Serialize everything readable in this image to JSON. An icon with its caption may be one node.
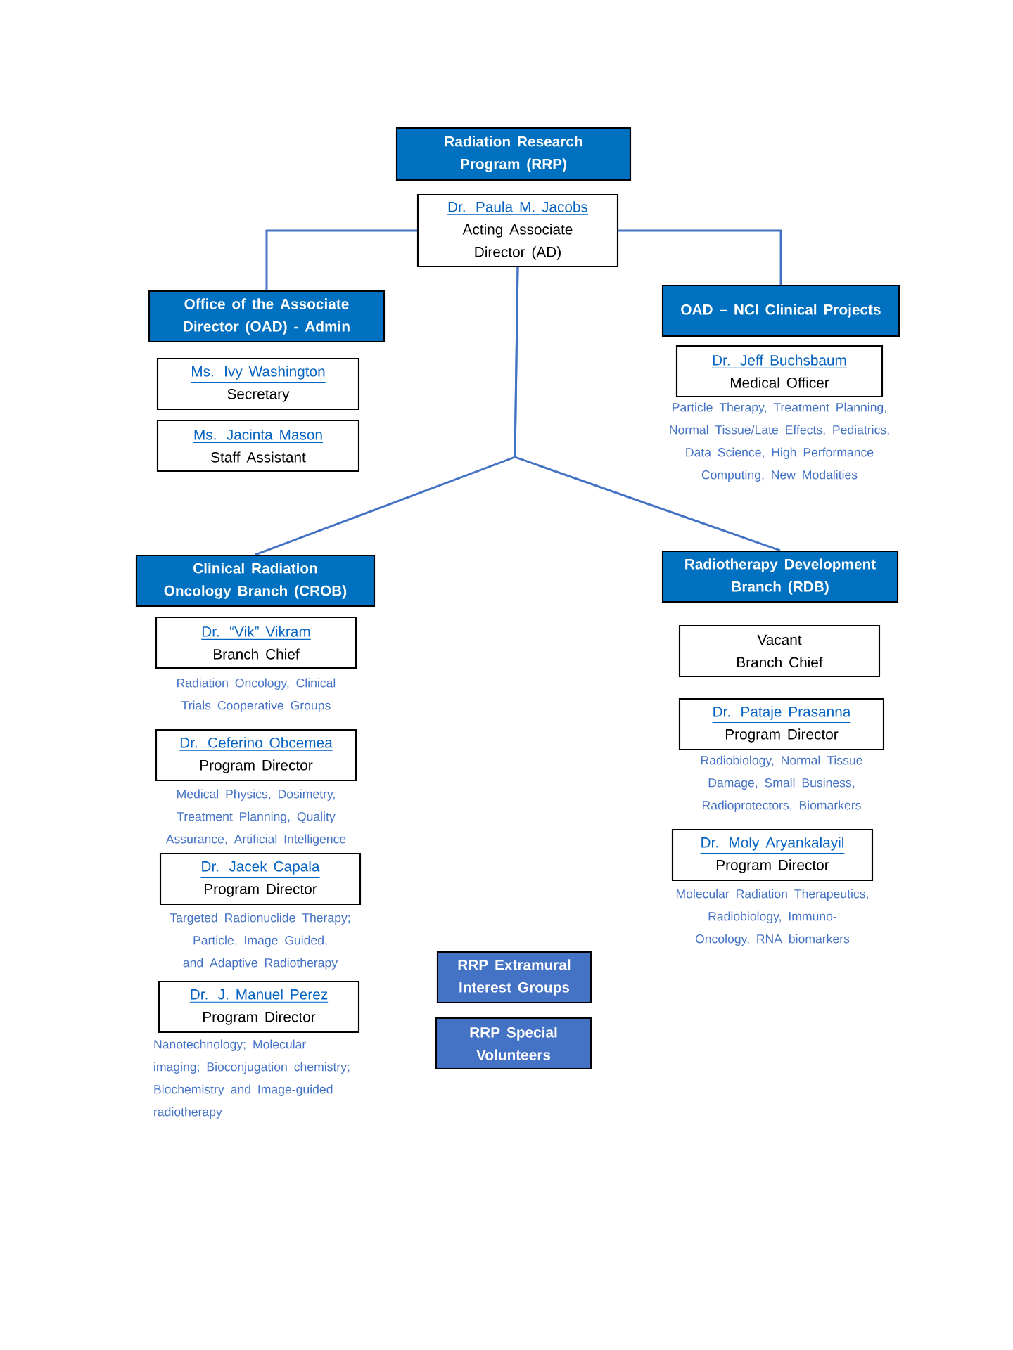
{
  "diagram": {
    "nodes": [
      {
        "text": [
          "Radiation Research Program (RRP)"
        ]
      },
      {
        "text": [
          "Dr. Paula M. Jacobs",
          "Acting Associate Director (AD)"
        ]
      },
      {
        "text": [
          "Office of the Associate Director (OAD) - Admin"
        ]
      },
      {
        "text": [
          "Ms. Ivy Washington",
          "Secretary"
        ]
      },
      {
        "text": [
          "Ms. Jacinta Mason",
          "Staff Assistant"
        ]
      },
      {
        "text": [
          "OAD – NCI Clinical Projects"
        ]
      },
      {
        "text": [
          "Dr. Jeff Buchsbaum",
          "Medical Officer"
        ],
        "beside": [
          "Particle Therapy, Treatment Planning, Normal Tissue/Late Effects, Pediatrics, Data Science, High Performance Computing, New Modalities"
        ]
      },
      {
        "text": [
          "Clinical Radiation Oncology Branch (CROB)"
        ]
      },
      {
        "text": [
          "Dr. “Vik” Vikram",
          "Branch Chief"
        ],
        "beside": [
          "Radiation Oncology, Clinical Trials Cooperative Groups"
        ]
      },
      {
        "text": [
          "Dr. Ceferino Obcemea",
          "Program Director"
        ],
        "beside": [
          "Medical Physics, Dosimetry, Treatment Planning, Quality Assurance, Artificial Intelligence"
        ]
      },
      {
        "text": [
          "Dr. Jacek Capala",
          "Program Director"
        ],
        "beside": [
          "Targeted Radionuclide Therapy; Particle, Image Guided, and Adaptive Radiotherapy"
        ]
      },
      {
        "text": [
          "Dr. J. Manuel Perez",
          "Program Director"
        ],
        "beside": [
          "Nanotechnology; Molecular imaging; Bioconjugation chemistry; Biochemistry and Image-guided radiotherapy"
        ]
      },
      {
        "text": [
          "Radiotherapy Development Branch (RDB)"
        ]
      },
      {
        "text": [
          "Vacant",
          "Branch Chief"
        ]
      },
      {
        "text": [
          "Dr. Pataje Prasanna",
          "Program Director"
        ],
        "beside": [
          "Radiobiology, Normal Tissue Damage, Small Business, Radioprotectors, Biomarkers"
        ]
      },
      {
        "text": [
          "Dr. Moly Aryankalayil",
          "Program Director"
        ],
        "beside": [
          "Molecular Radiation Therapeutics, Radiobiology, Immuno-Oncology, RNA biomarkers"
        ]
      },
      {
        "text": [
          "RRP Extramural Interest Groups"
        ]
      },
      {
        "text": [
          "RRP Special Volunteers"
        ]
      }
    ],
    "edges": [
      {
        "from": 1,
        "to": 2,
        "arrow": "none"
      },
      {
        "from": 1,
        "to": 5,
        "arrow": "none"
      },
      {
        "from": 1,
        "to": 7,
        "arrow": "none"
      },
      {
        "from": 1,
        "to": 12,
        "arrow": "none"
      }
    ]
  }
}
